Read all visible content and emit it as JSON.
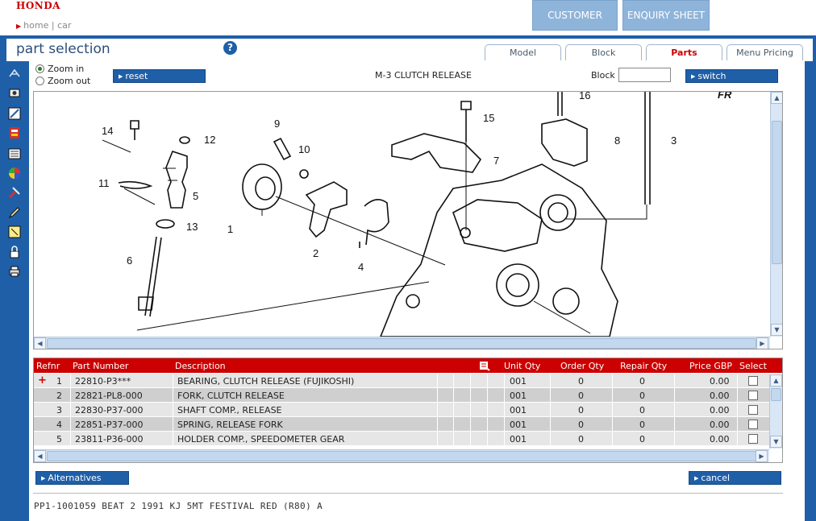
{
  "brand": {
    "logo": "HONDA"
  },
  "breadcrumb": {
    "home": "home",
    "separator": "|",
    "car": "car"
  },
  "header_buttons": {
    "customer": "CUSTOMER",
    "enquiry": "ENQUIRY SHEET"
  },
  "page": {
    "title": "part selection",
    "help": "?"
  },
  "tabs": [
    {
      "label": "Model",
      "active": false
    },
    {
      "label": "Block",
      "active": false
    },
    {
      "label": "Parts",
      "active": true
    },
    {
      "label": "Menu Pricing",
      "active": false
    }
  ],
  "zoom": {
    "zoom_in": "Zoom in",
    "zoom_out": "Zoom out",
    "selected": "zoom_in"
  },
  "buttons": {
    "reset": "reset",
    "switch": "switch",
    "alternatives": "Alternatives",
    "cancel": "cancel"
  },
  "diagram": {
    "title": "M-3 CLUTCH RELEASE",
    "callouts": [
      "1",
      "2",
      "3",
      "4",
      "5",
      "6",
      "7",
      "8",
      "9",
      "10",
      "11",
      "12",
      "13",
      "14",
      "15",
      "16"
    ],
    "corner_text": "FR"
  },
  "block": {
    "label": "Block",
    "value": ""
  },
  "table": {
    "columns": [
      "Refnr",
      "Part Number",
      "Description",
      "Unit Qty",
      "Order Qty",
      "Repair Qty",
      "Price GBP",
      "Select"
    ],
    "rows": [
      {
        "marker": "+",
        "refnr": "1",
        "part_number": "22810-P3***",
        "description": "BEARING, CLUTCH RELEASE (FUJIKOSHI)",
        "unit_qty": "001",
        "order_qty": "0",
        "repair_qty": "0",
        "price": "0.00"
      },
      {
        "marker": "",
        "refnr": "2",
        "part_number": "22821-PL8-000",
        "description": "FORK, CLUTCH RELEASE",
        "unit_qty": "001",
        "order_qty": "0",
        "repair_qty": "0",
        "price": "0.00"
      },
      {
        "marker": "",
        "refnr": "3",
        "part_number": "22830-P37-000",
        "description": "SHAFT COMP., RELEASE",
        "unit_qty": "001",
        "order_qty": "0",
        "repair_qty": "0",
        "price": "0.00"
      },
      {
        "marker": "",
        "refnr": "4",
        "part_number": "22851-P37-000",
        "description": "SPRING, RELEASE FORK",
        "unit_qty": "001",
        "order_qty": "0",
        "repair_qty": "0",
        "price": "0.00"
      },
      {
        "marker": "",
        "refnr": "5",
        "part_number": "23811-P36-000",
        "description": "HOLDER COMP., SPEEDOMETER GEAR",
        "unit_qty": "001",
        "order_qty": "0",
        "repair_qty": "0",
        "price": "0.00"
      }
    ]
  },
  "vehicle_info": "PP1-1001059  BEAT  2  1991  KJ  5MT  FESTIVAL RED (R80)  A",
  "colors": {
    "brand_red": "#cc0000",
    "primary_blue": "#1f5fa8",
    "header_btn": "#8fb4d9"
  },
  "sidebar_icons": [
    "bookmark-icon",
    "camera-icon",
    "resize-icon",
    "parts-icon",
    "list-icon",
    "color-wheel-icon",
    "tools-icon",
    "edit-icon",
    "note-icon",
    "lock-icon",
    "print-icon"
  ]
}
